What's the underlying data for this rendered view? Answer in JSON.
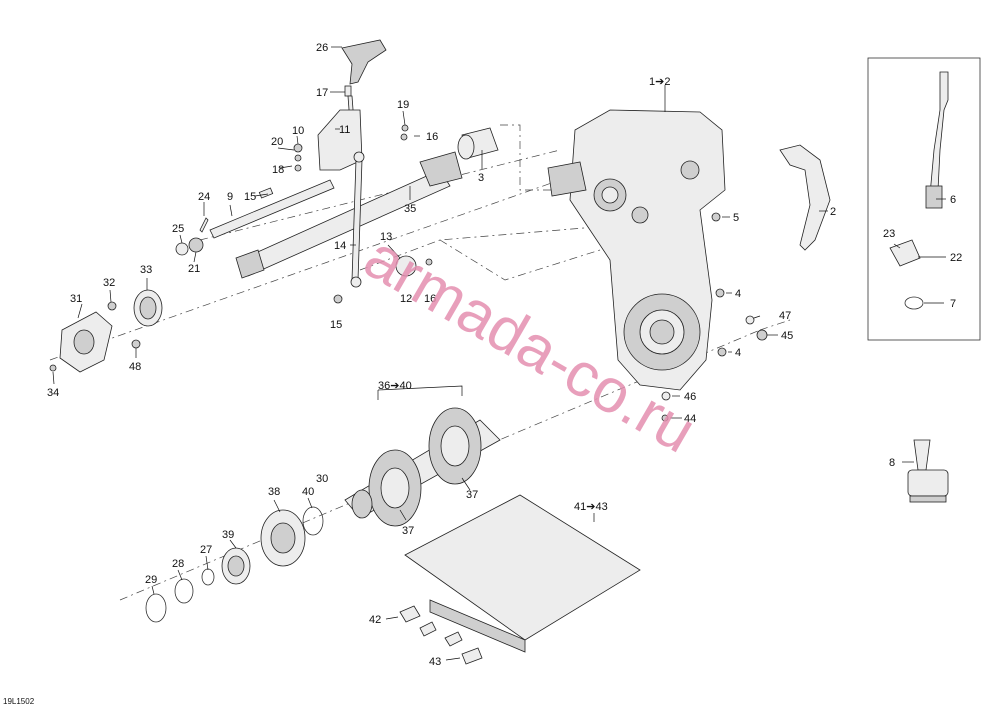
{
  "diagram_code": "19L1502",
  "watermark": "armada-co.ru",
  "callouts": {
    "c26": "26",
    "c17": "17",
    "c19": "19",
    "c10": "10",
    "c11": "11",
    "c16a": "16",
    "c20": "20",
    "c18": "18",
    "c24": "24",
    "c9": "9",
    "c15a": "15",
    "c35": "35",
    "c3": "3",
    "c12": "1➔2",
    "c2": "2",
    "c5": "5",
    "c6": "6",
    "c23": "23",
    "c22": "22",
    "c7": "7",
    "c4a": "4",
    "c47": "47",
    "c45": "45",
    "c4b": "4",
    "c46": "46",
    "c44": "44",
    "c8": "8",
    "c25": "25",
    "c21": "21",
    "c14": "14",
    "c13": "13",
    "c12b": "12",
    "c16b": "16",
    "c15b": "15",
    "c33": "33",
    "c32": "32",
    "c31": "31",
    "c48": "48",
    "c34": "34",
    "c3640": "36➔40",
    "c30": "30",
    "c37a": "37",
    "c37b": "37",
    "c38": "38",
    "c40": "40",
    "c39": "39",
    "c27": "27",
    "c28": "28",
    "c29": "29",
    "c4143": "41➔43",
    "c42": "42",
    "c43": "43"
  }
}
